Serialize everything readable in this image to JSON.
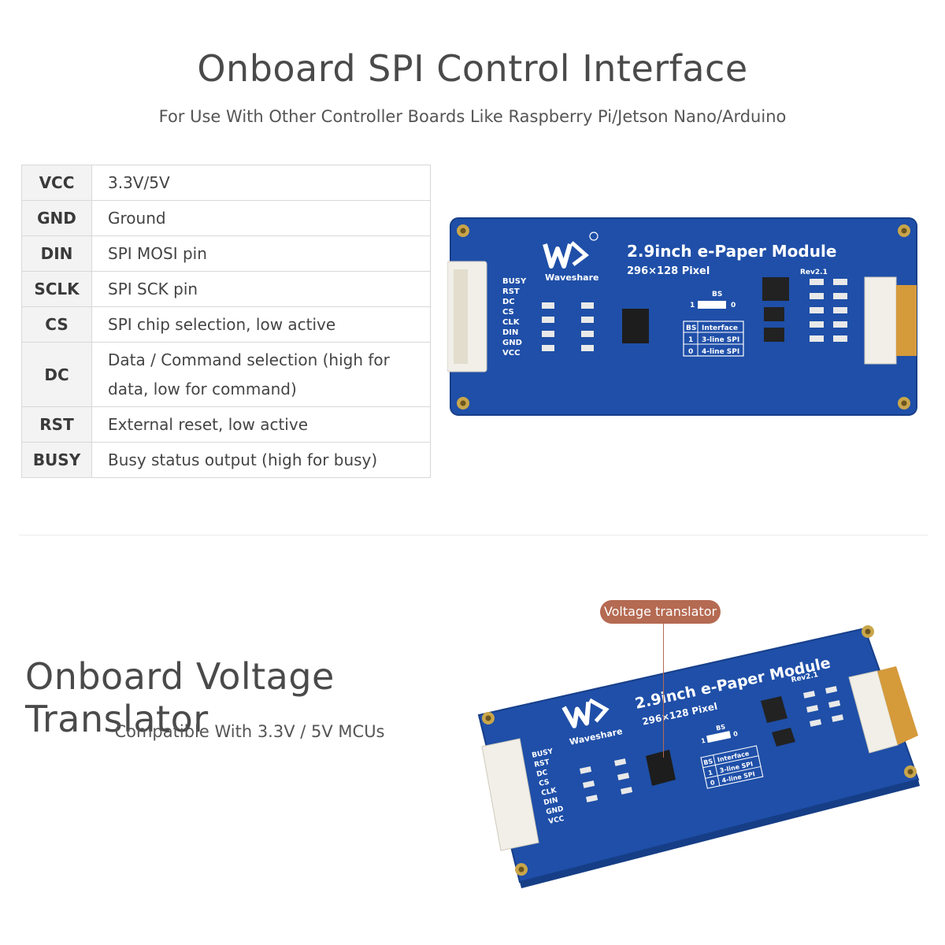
{
  "section1": {
    "title": "Onboard SPI Control Interface",
    "subtitle": "For Use With Other Controller Boards Like Raspberry Pi/Jetson Nano/Arduino"
  },
  "pins": [
    {
      "name": "VCC",
      "desc": "3.3V/5V"
    },
    {
      "name": "GND",
      "desc": "Ground"
    },
    {
      "name": "DIN",
      "desc": "SPI MOSI pin"
    },
    {
      "name": "SCLK",
      "desc": "SPI SCK pin"
    },
    {
      "name": "CS",
      "desc": "SPI chip selection, low active"
    },
    {
      "name": "DC",
      "desc": "Data / Command selection (high for data, low for command)"
    },
    {
      "name": "RST",
      "desc": "External reset, low active"
    },
    {
      "name": "BUSY",
      "desc": "Busy status output (high for busy)"
    }
  ],
  "section2": {
    "title": "Onboard Voltage Translator",
    "subtitle": "Compatible With 3.3V / 5V MCUs",
    "callout": "Voltage translator"
  },
  "board": {
    "brand": "Waveshare",
    "model": "2.9inch e-Paper Module",
    "resolution": "296×128 Pixel",
    "revision": "Rev2.1",
    "header_pins": [
      "BUSY",
      "RST",
      "DC",
      "CS",
      "CLK",
      "DIN",
      "GND",
      "VCC"
    ],
    "bs_label": "BS",
    "bs_one": "1",
    "bs_zero": "0",
    "table_header_bs": "BS",
    "table_header_interface": "Interface",
    "table_row1_bs": "1",
    "table_row1_if": "3-line SPI",
    "table_row2_bs": "0",
    "table_row2_if": "4-line SPI",
    "color_pcb": "#1f4fa8",
    "color_accent": "#b56a52"
  }
}
